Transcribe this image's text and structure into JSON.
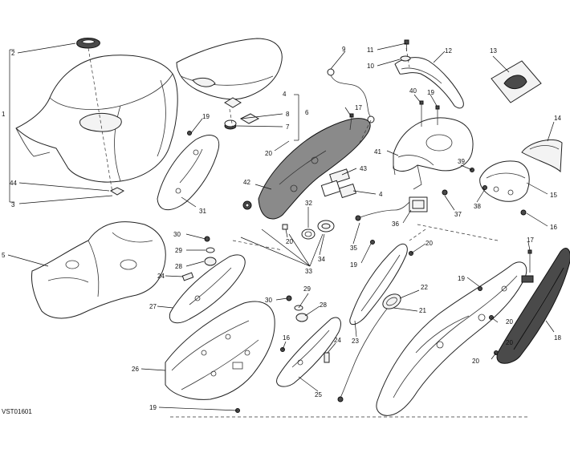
{
  "diagram_code": "VST01601",
  "callouts": {
    "c1": "1",
    "c2": "2",
    "c3": "3",
    "c4a": "4",
    "c4b": "4",
    "c5": "5",
    "c6": "6",
    "c7": "7",
    "c8": "8",
    "c9": "9",
    "c10": "10",
    "c11": "11",
    "c12": "12",
    "c13": "13",
    "c14": "14",
    "c15": "15",
    "c16a": "16",
    "c16b": "16",
    "c17a": "17",
    "c17b": "17",
    "c18": "18",
    "c19a": "19",
    "c19b": "19",
    "c19c": "19",
    "c19d": "19",
    "c19e": "19",
    "c20a": "20",
    "c20b": "20",
    "c20c": "20",
    "c20d": "20",
    "c20e": "20",
    "c20f": "20",
    "c21": "21",
    "c22": "22",
    "c23": "23",
    "c24a": "24",
    "c24b": "24",
    "c25": "25",
    "c26": "26",
    "c27": "27",
    "c28a": "28",
    "c28b": "28",
    "c29a": "29",
    "c29b": "29",
    "c30a": "30",
    "c30b": "30",
    "c31": "31",
    "c32": "32",
    "c33": "33",
    "c34": "34",
    "c35": "35",
    "c36": "36",
    "c37": "37",
    "c38": "38",
    "c39": "39",
    "c40": "40",
    "c41": "41",
    "c42": "42",
    "c43": "43",
    "c44": "44"
  }
}
